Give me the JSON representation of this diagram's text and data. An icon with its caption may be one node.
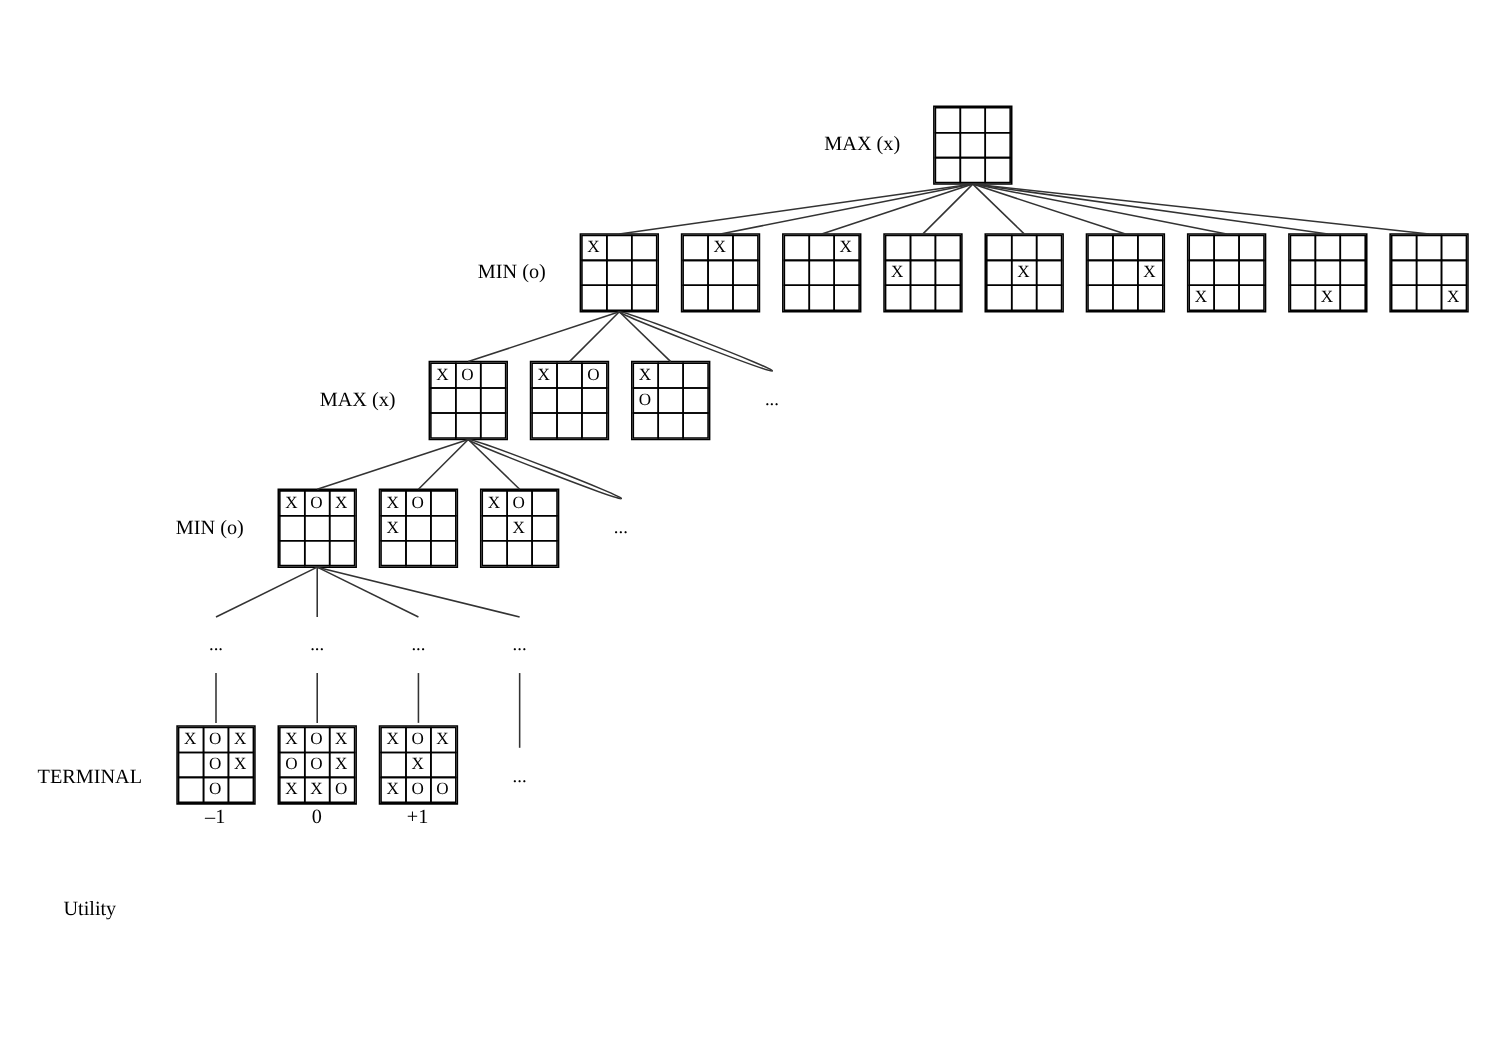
{
  "diagram": {
    "nodes": [
      {
        "text": [],
        "shape": "box"
      },
      {
        "text": [
          "X"
        ]
      },
      {
        "text": [
          "X"
        ]
      },
      {
        "text": [
          "X"
        ]
      },
      {
        "text": [
          "X"
        ]
      },
      {
        "text": [
          "X"
        ]
      },
      {
        "text": [
          "X"
        ]
      },
      {
        "text": [
          "X"
        ]
      },
      {
        "text": [
          "X"
        ]
      },
      {
        "text": [
          "X"
        ]
      },
      {
        "text": [
          "X",
          "O"
        ]
      },
      {
        "text": [
          "X",
          "O"
        ]
      },
      {
        "text": [
          "X",
          "O"
        ]
      },
      {
        "text": [
          "..."
        ]
      },
      {
        "text": [
          "X",
          "O",
          "X"
        ]
      },
      {
        "text": [
          "X",
          "O",
          "X"
        ]
      },
      {
        "text": [
          "X",
          "O",
          "X"
        ]
      },
      {
        "text": [
          "..."
        ]
      },
      {
        "text": [
          "..."
        ]
      },
      {
        "text": [
          "..."
        ]
      },
      {
        "text": [
          "..."
        ]
      },
      {
        "text": [
          "..."
        ]
      },
      {
        "text": [
          "X",
          "O",
          "X",
          "O",
          "X",
          "O"
        ],
        "beside": [
          "–1"
        ]
      },
      {
        "text": [
          "X",
          "O",
          "X",
          "O",
          "O",
          "X",
          "X",
          "X",
          "O"
        ],
        "beside": [
          "0"
        ]
      },
      {
        "text": [
          "X",
          "O",
          "X",
          "X",
          "X",
          "O",
          "O"
        ],
        "beside": [
          "+1"
        ]
      },
      {
        "text": [
          "..."
        ]
      }
    ],
    "edges": [
      {
        "from": 0,
        "to": 1,
        "arrow": "none"
      },
      {
        "from": 0,
        "to": 2,
        "arrow": "none"
      },
      {
        "from": 0,
        "to": 3,
        "arrow": "none"
      },
      {
        "from": 0,
        "to": 4,
        "arrow": "none"
      },
      {
        "from": 0,
        "to": 5,
        "arrow": "none"
      },
      {
        "from": 0,
        "to": 6,
        "arrow": "none"
      },
      {
        "from": 0,
        "to": 7,
        "arrow": "none"
      },
      {
        "from": 0,
        "to": 8,
        "arrow": "none"
      },
      {
        "from": 0,
        "to": 9,
        "arrow": "none"
      },
      {
        "from": 1,
        "to": 10,
        "arrow": "none"
      },
      {
        "from": 1,
        "to": 11,
        "arrow": "none"
      },
      {
        "from": 1,
        "to": 12,
        "arrow": "none"
      },
      {
        "from": 1,
        "to": 13,
        "arrow": "none"
      },
      {
        "from": 1,
        "to": 13,
        "arrow": "none"
      },
      {
        "from": 10,
        "to": 14,
        "arrow": "none"
      },
      {
        "from": 10,
        "to": 15,
        "arrow": "none"
      },
      {
        "from": 10,
        "to": 16,
        "arrow": "none"
      },
      {
        "from": 10,
        "to": 17,
        "arrow": "none"
      },
      {
        "from": 10,
        "to": 17,
        "arrow": "none"
      },
      {
        "from": 14,
        "to": 18,
        "arrow": "none"
      },
      {
        "from": 14,
        "to": 19,
        "arrow": "none"
      },
      {
        "from": 14,
        "to": 20,
        "arrow": "none"
      },
      {
        "from": 14,
        "to": 21,
        "arrow": "none"
      },
      {
        "from": 18,
        "to": 22,
        "arrow": "none"
      },
      {
        "from": 19,
        "to": 23,
        "arrow": "none"
      },
      {
        "from": 20,
        "to": 24,
        "arrow": "none"
      },
      {
        "from": 21,
        "to": 25,
        "arrow": "none"
      }
    ],
    "labels": [
      "MAX (x)",
      "MIN (o)",
      "MAX (x)",
      "MIN (o)",
      "TERMINAL",
      "Utility"
    ]
  }
}
